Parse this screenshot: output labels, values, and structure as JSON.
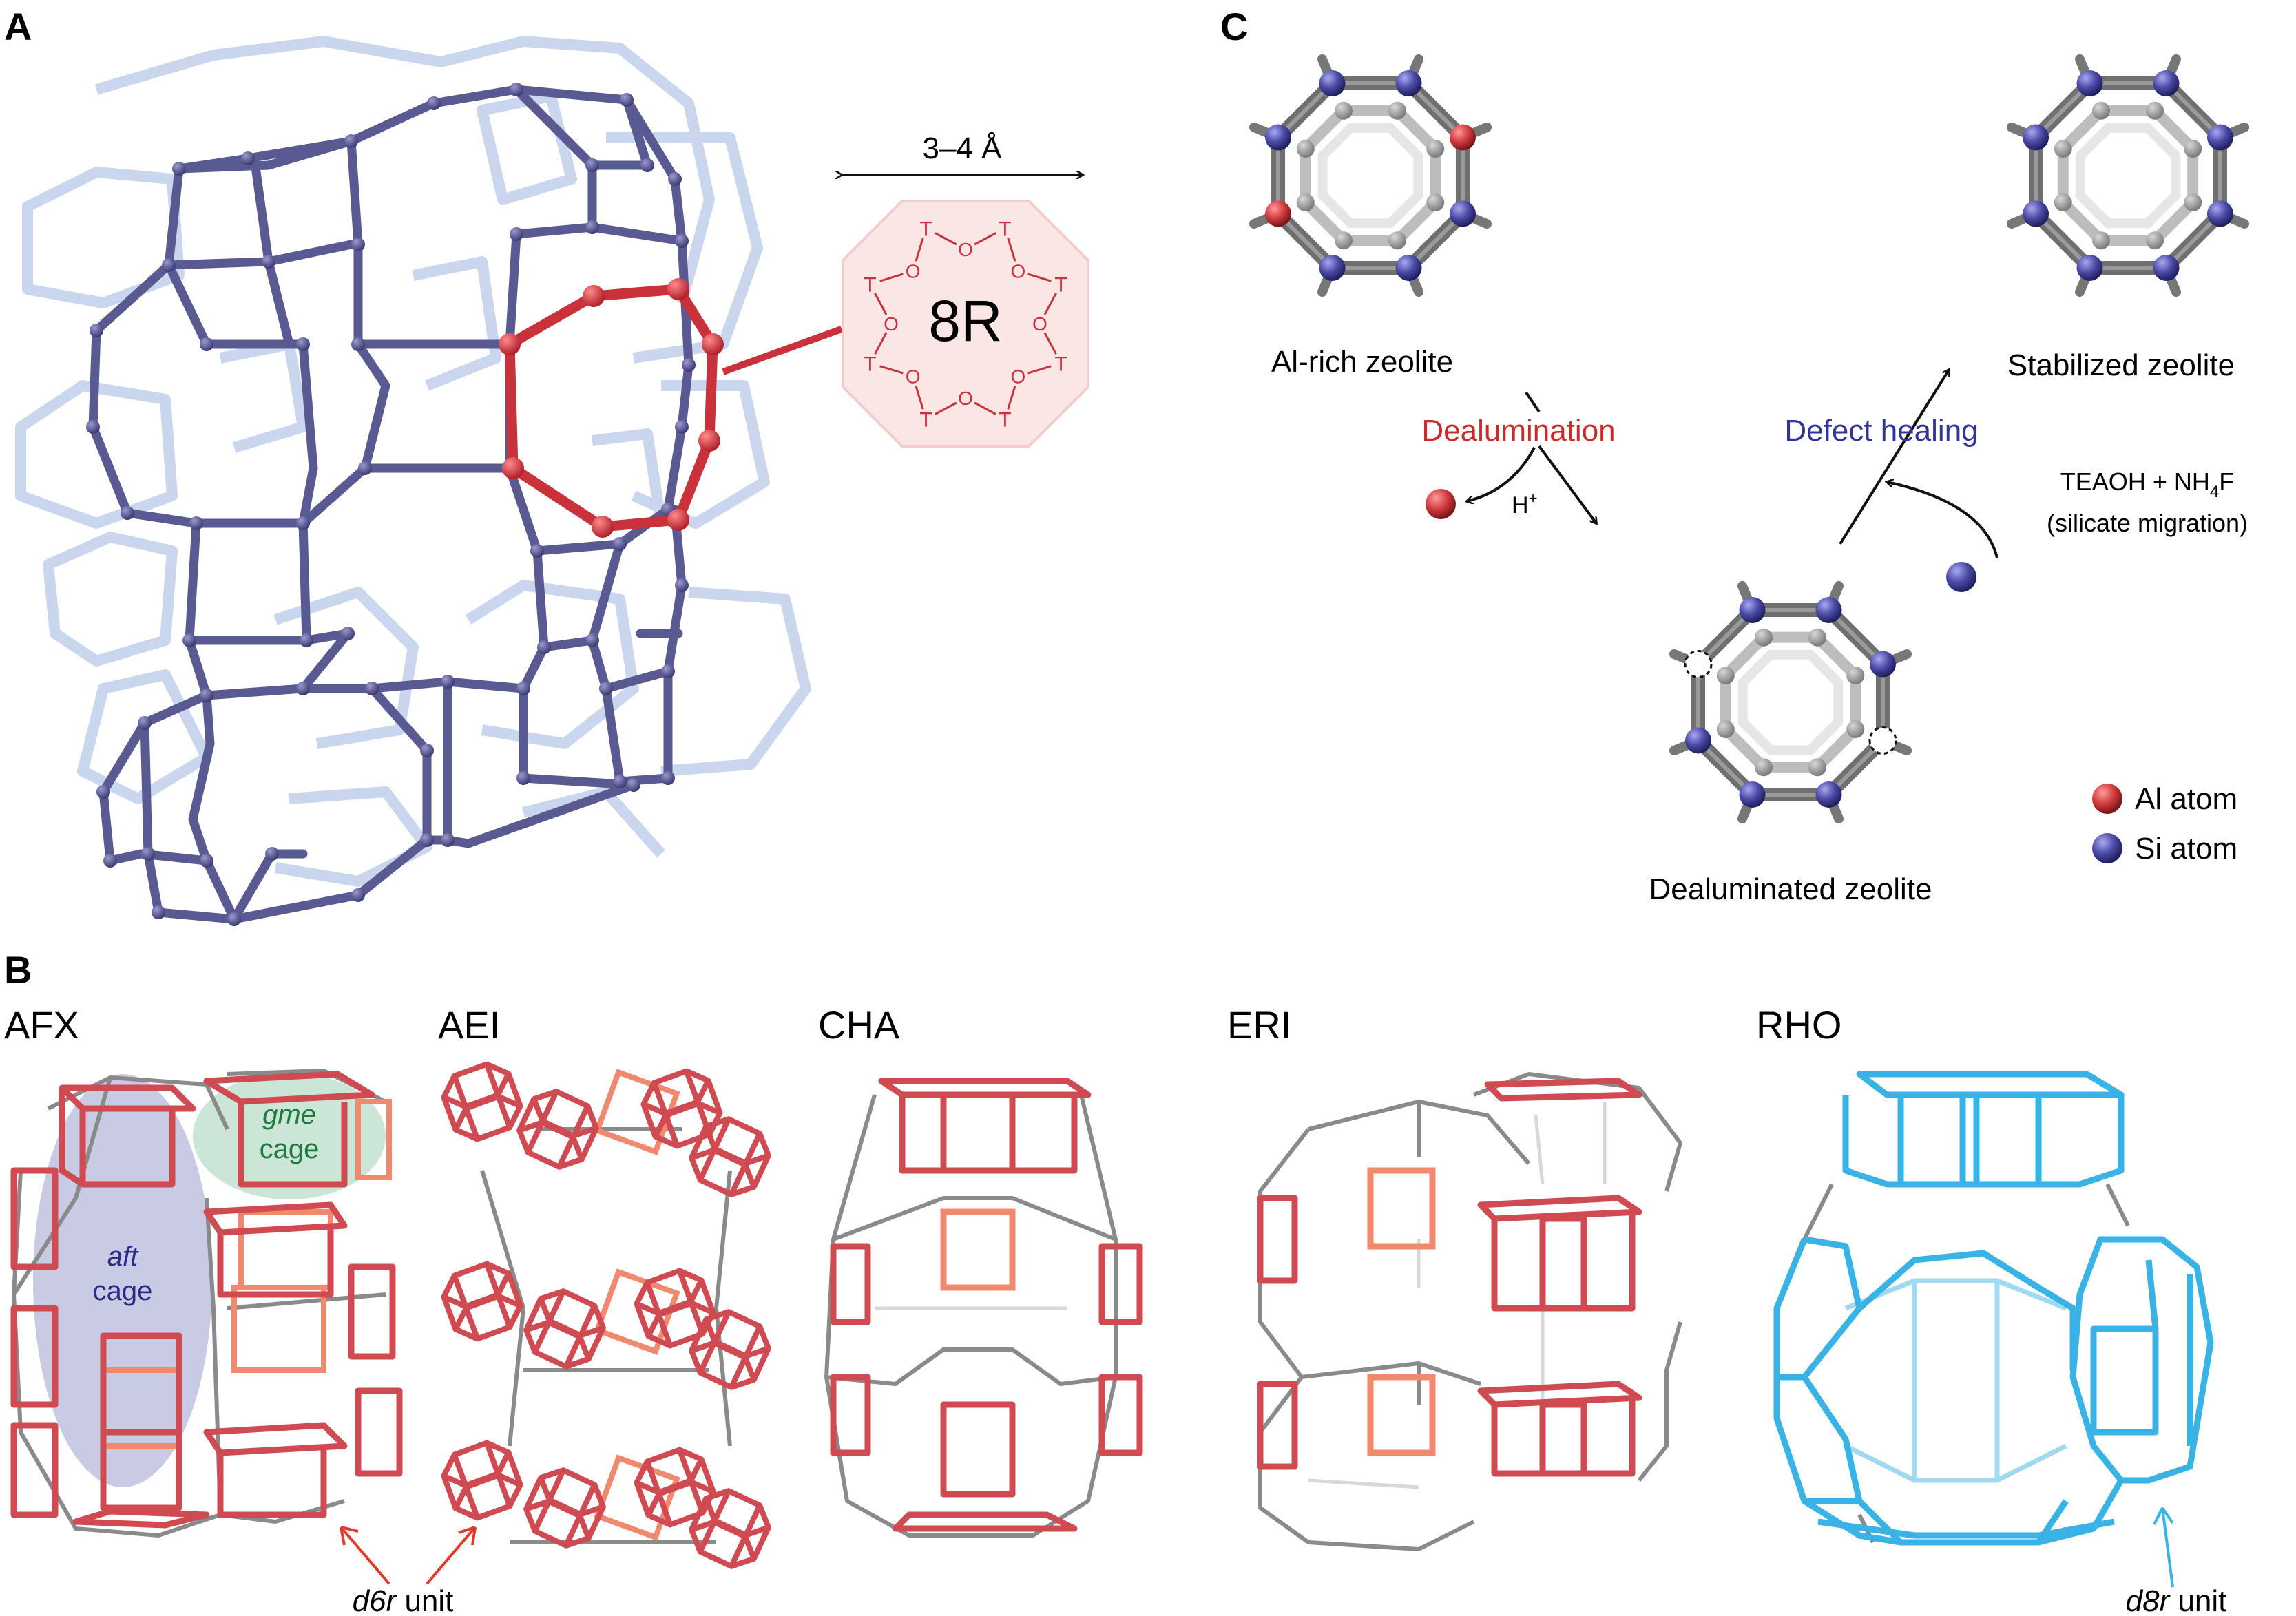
{
  "panels": {
    "a": {
      "label": "A",
      "dimension": "3–4 Å",
      "ring_label": "8R",
      "t_atom": "T",
      "o_atom": "O"
    },
    "b": {
      "label": "B",
      "frameworks": [
        "AFX",
        "AEI",
        "CHA",
        "ERI",
        "RHO"
      ],
      "gme_cage": [
        "gme",
        "cage"
      ],
      "aft_cage": [
        "aft",
        "cage"
      ],
      "d6r": [
        "d6",
        "r",
        " unit"
      ],
      "d8r": [
        "d8",
        "r",
        " unit"
      ]
    },
    "c": {
      "label": "C",
      "al_rich": "Al-rich zeolite",
      "stabilized": "Stabilized zeolite",
      "dealuminated": "Dealuminated zeolite",
      "dealumination": "Dealumination",
      "defect_healing": "Defect healing",
      "proton": "H",
      "proton_sup": "+",
      "reagent": [
        "TEAOH + NH",
        "4",
        "F"
      ],
      "migration": "(silicate migration)",
      "legend": [
        "Al atom",
        "Si atom"
      ]
    }
  },
  "colors": {
    "framework_dark": "#5a5a92",
    "framework_light": "#c4d2ec",
    "ring_red": "#c9323a",
    "cage_red": "#d04a52",
    "cage_orange": "#f0896e",
    "cage_gray": "#8a8a8a",
    "rho_blue": "#39b3e6",
    "al_atom": "#d13a3e",
    "si_atom": "#4a4aa6",
    "healing_blue": "#333399",
    "dealumination_red": "#cc2a2a"
  }
}
